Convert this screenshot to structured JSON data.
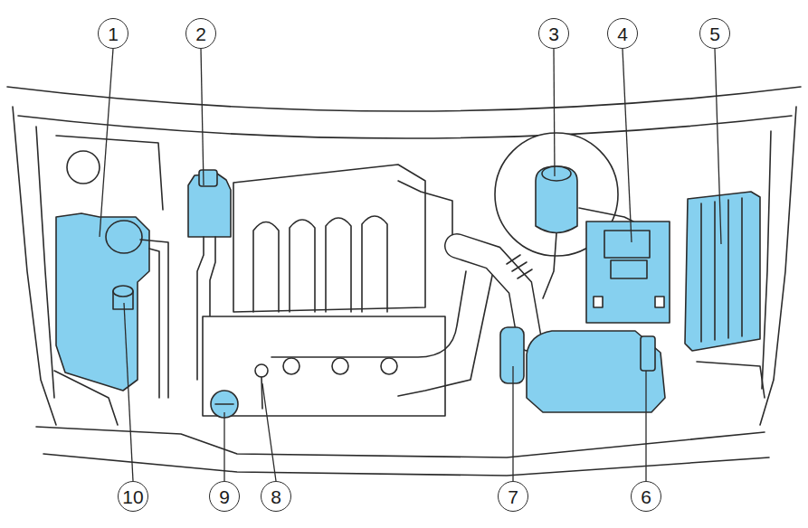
{
  "diagram": {
    "labels": [
      "1",
      "2",
      "3",
      "4",
      "5",
      "10",
      "9",
      "8",
      "7",
      "6"
    ]
  }
}
